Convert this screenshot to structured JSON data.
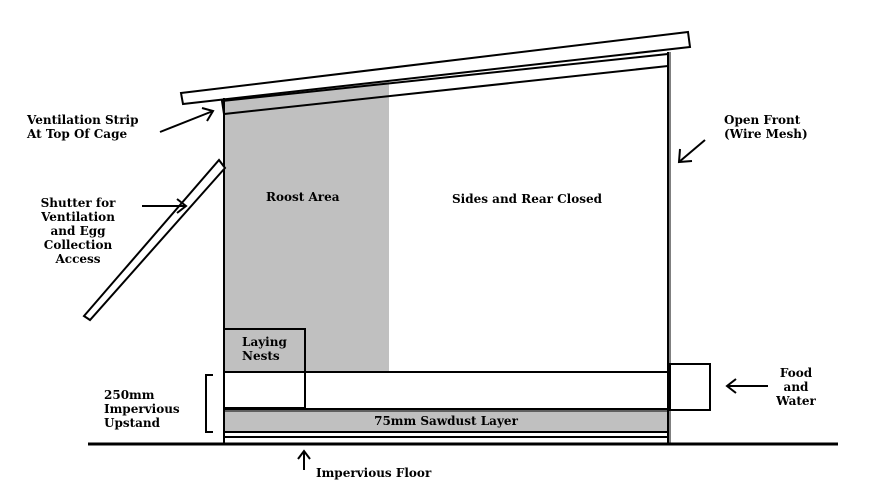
{
  "labels": {
    "ventilation_strip": [
      "Ventilation Strip",
      "At Top Of Cage"
    ],
    "open_front": [
      "Open Front",
      "(Wire Mesh)"
    ],
    "shutter": [
      "Shutter for",
      "Ventilation",
      "and Egg",
      "Collection",
      "Access"
    ],
    "roost_area": "Roost Area",
    "sides_rear": "Sides and Rear Closed",
    "laying_nests": [
      "Laying",
      "Nests"
    ],
    "food_water": [
      "Food",
      "and",
      "Water"
    ],
    "upstand": [
      "250mm",
      "Impervious",
      "Upstand"
    ],
    "sawdust": "75mm Sawdust Layer",
    "floor": "Impervious Floor"
  },
  "colors": {
    "line": "#000000",
    "fill_gray": "#c0c0c0",
    "background": "#ffffff"
  }
}
